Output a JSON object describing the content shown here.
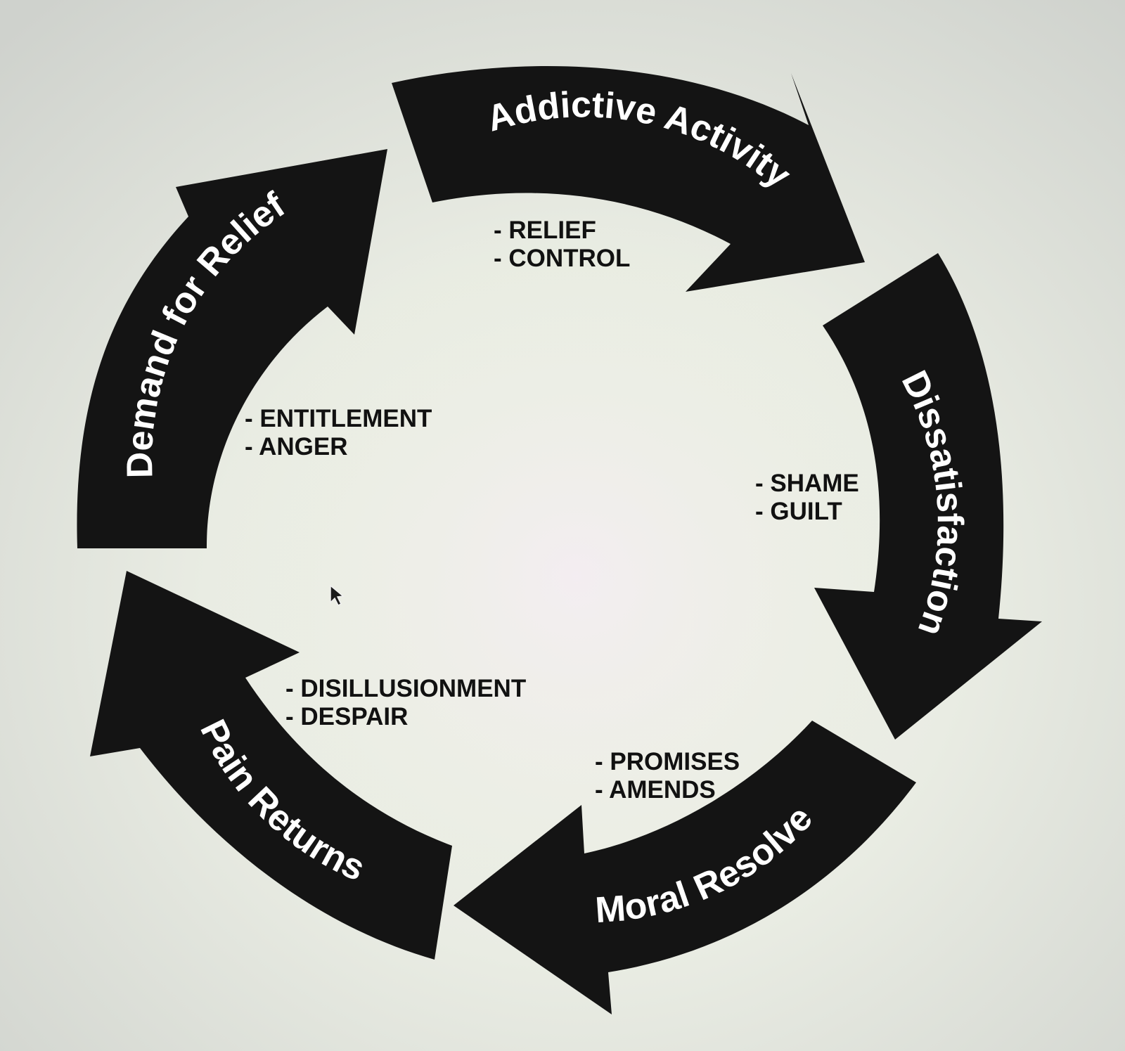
{
  "colors": {
    "arrow_fill": "#141414",
    "arrow_text": "#ffffff",
    "note_text": "#111111",
    "background": "#e3e5df"
  },
  "cycle": {
    "stages": [
      {
        "label": "Addictive Activity",
        "notes": [
          "- RELIEF",
          "- CONTROL"
        ]
      },
      {
        "label": "Dissatisfaction",
        "notes": [
          "- SHAME",
          "- GUILT"
        ]
      },
      {
        "label": "Moral Resolve",
        "notes": [
          "- PROMISES",
          "- AMENDS"
        ]
      },
      {
        "label": "Pain Returns",
        "notes": [
          "- DISILLUSIONMENT",
          "- DESPAIR"
        ]
      },
      {
        "label": "Demand for Relief",
        "notes": [
          "- ENTITLEMENT",
          "- ANGER"
        ]
      }
    ]
  }
}
